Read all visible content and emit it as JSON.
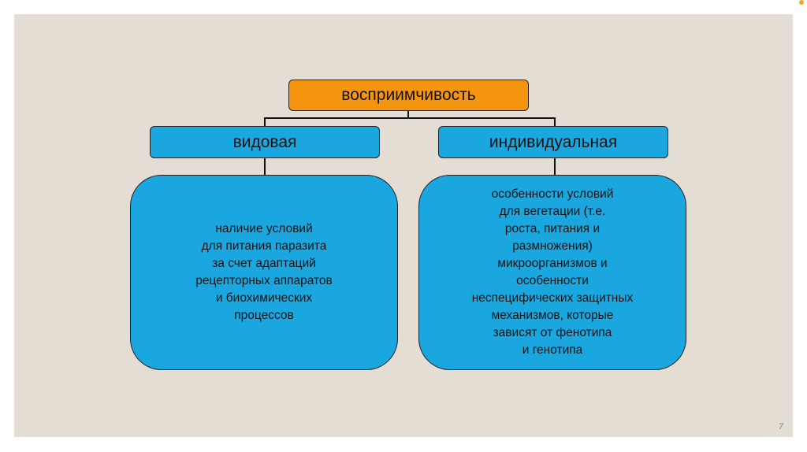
{
  "slide": {
    "title": "восприимчивость",
    "left": {
      "label": "видовая",
      "description": [
        "наличие условий",
        "для питания паразита",
        "за счет адаптаций",
        "рецепторных аппаратов",
        "и биохимических",
        "процессов"
      ]
    },
    "right": {
      "label": "индивидуальная",
      "description": [
        "особенности условий",
        "для вегетации (т.е.",
        "роста, питания и",
        "размножения)",
        "микроорганизмов и",
        "особенности",
        "неспецифических защитных",
        "механизмов, которые",
        "зависят от фенотипа",
        "и генотипа"
      ]
    },
    "page_number": "7"
  },
  "colors": {
    "orange": "#f5950f",
    "blue": "#1aa7df",
    "background": "#e3ddd3"
  }
}
